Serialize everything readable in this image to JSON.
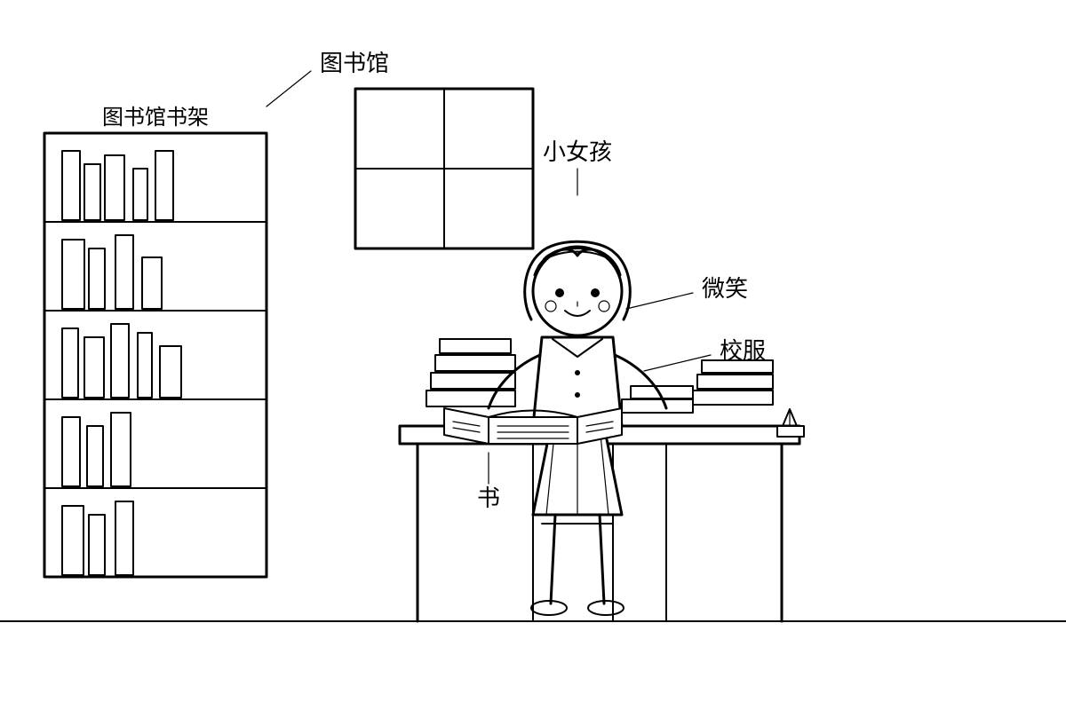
{
  "labels": {
    "library": "图书馆",
    "bookshelf": "图书馆书架",
    "girl": "小女孩",
    "smile": "微笑",
    "uniform": "校服",
    "book": "书"
  }
}
